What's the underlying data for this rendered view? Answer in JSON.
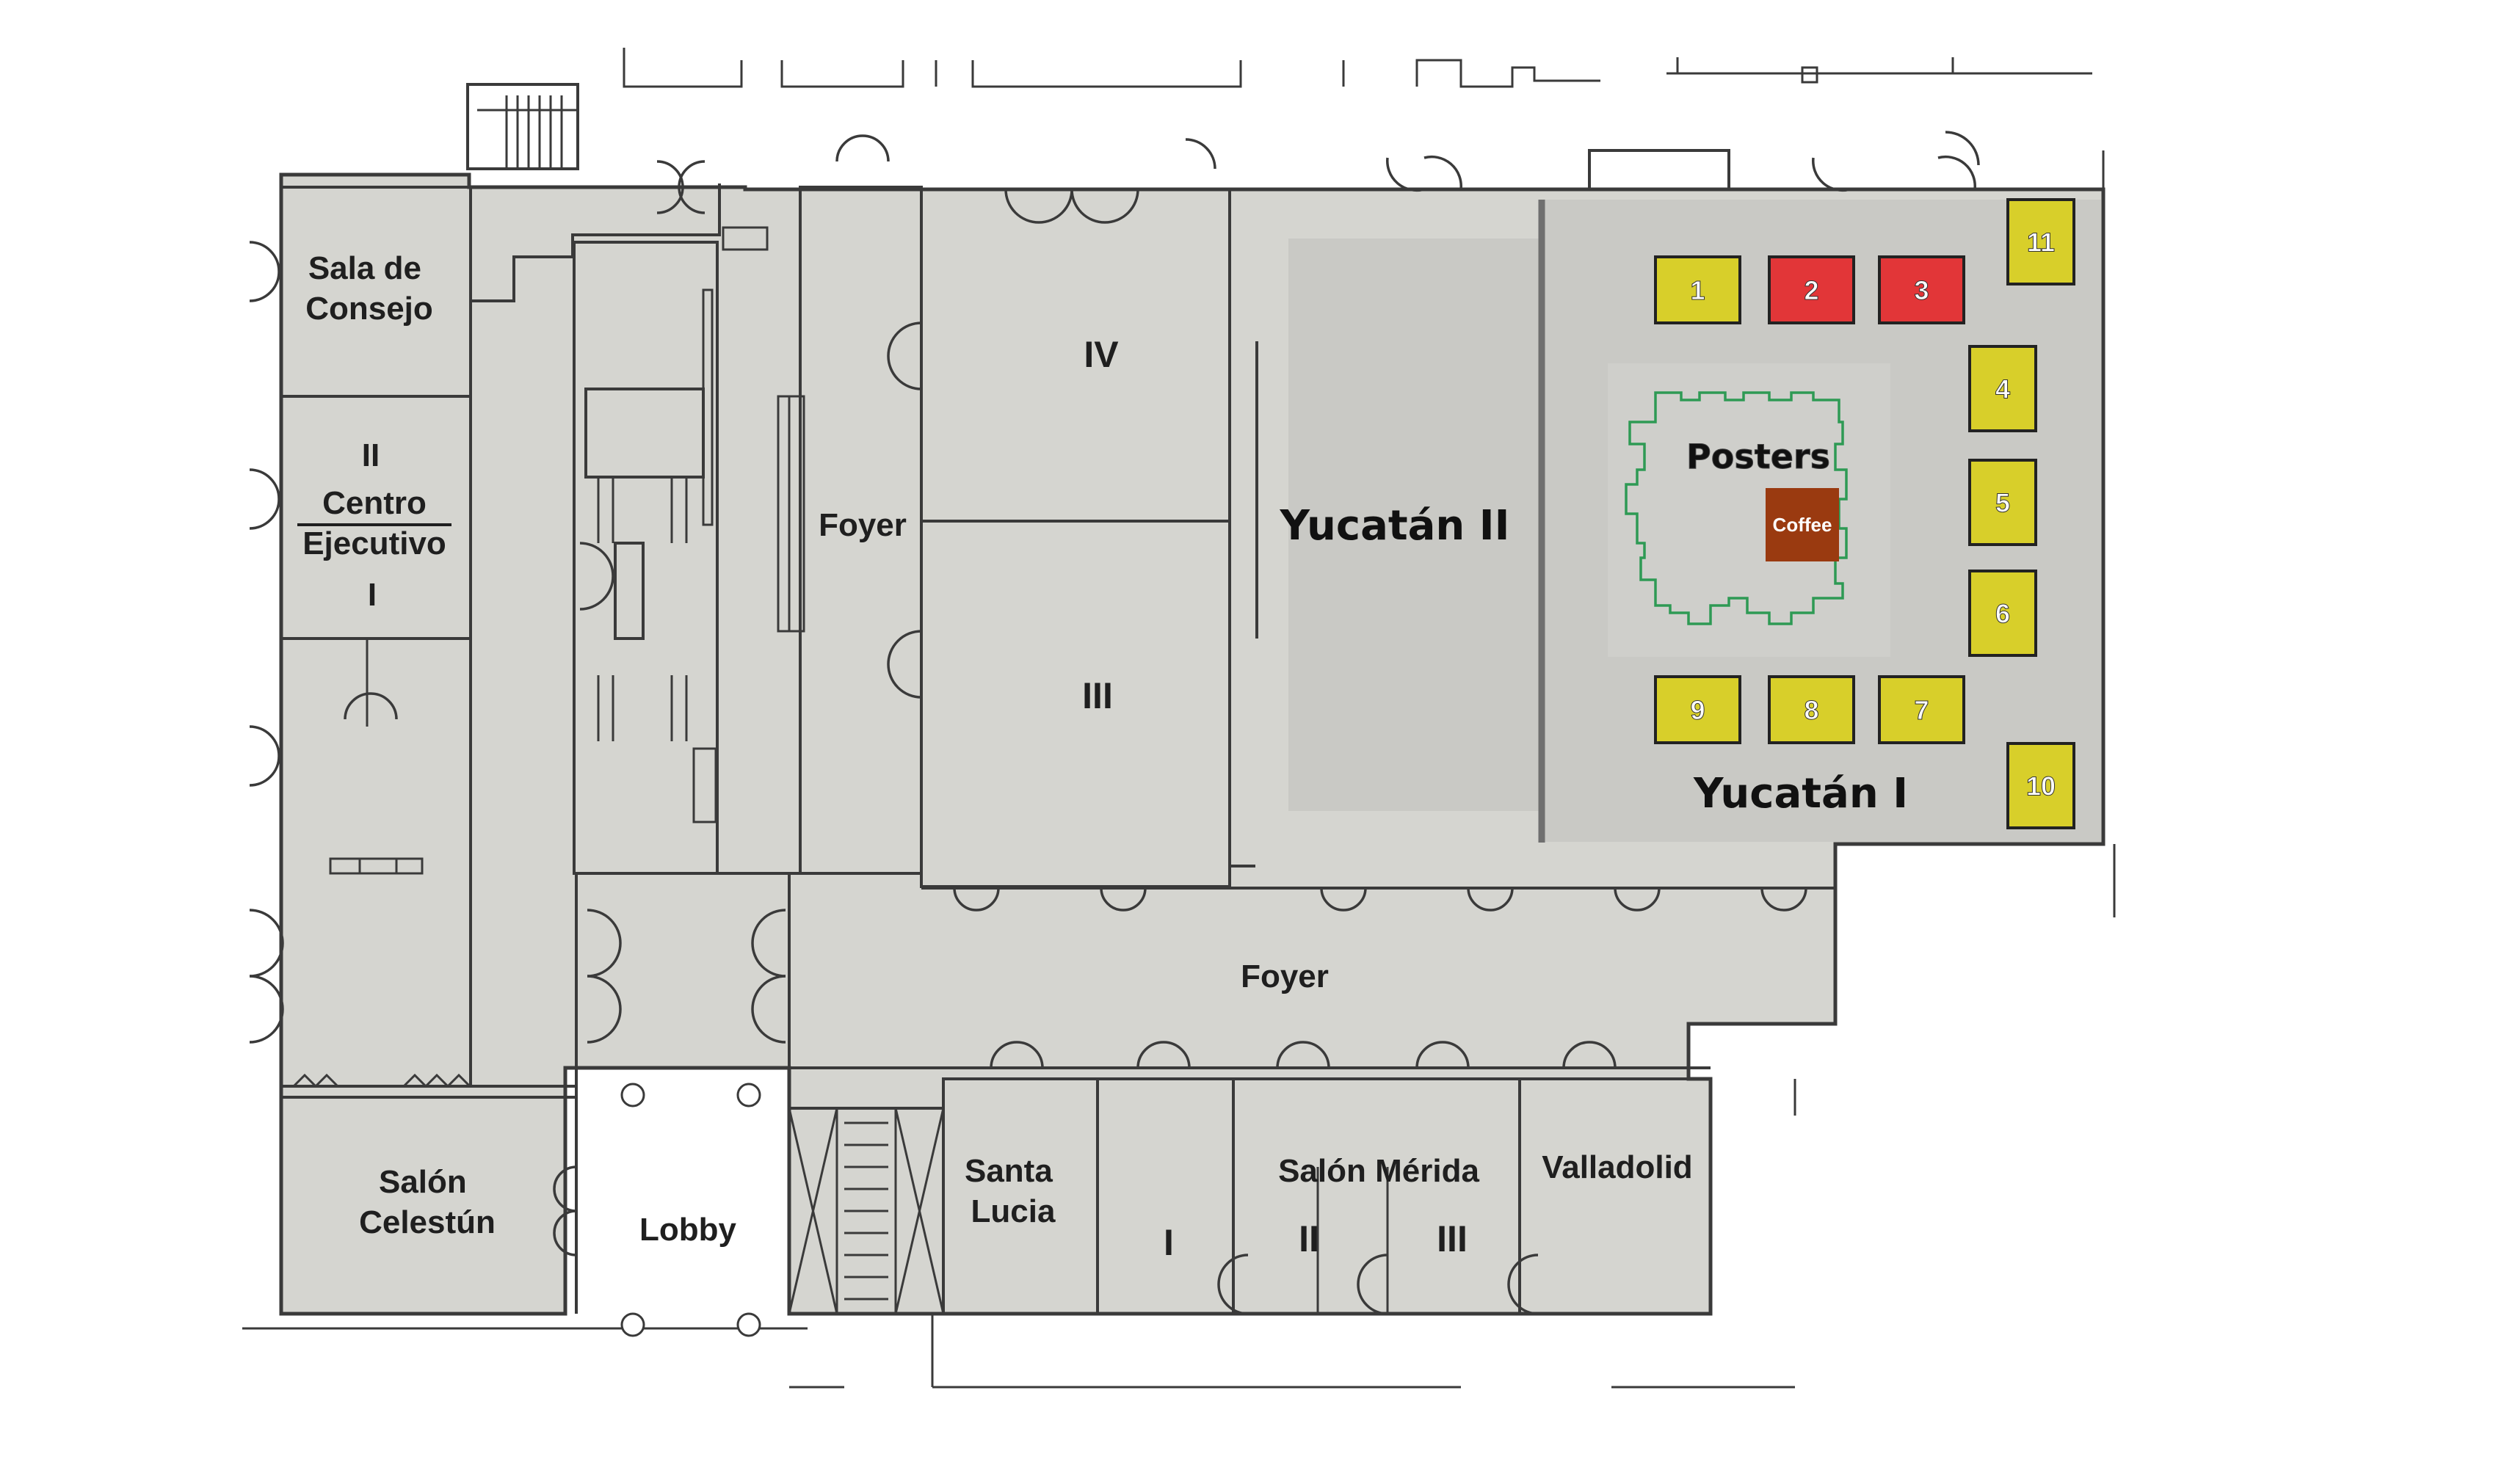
{
  "rooms": {
    "sala_consejo": "Sala de\nConsejo",
    "centro_ii": "II",
    "centro_label": "Centro\nEjecutivo",
    "centro_i": "I",
    "foyer_north": "Foyer",
    "room_iv": "IV",
    "room_iii": "III",
    "yucatan_ii": "Yucatán II",
    "yucatan_i": "Yucatán I",
    "foyer_south": "Foyer",
    "salon_celestun": "Salón\nCelestún",
    "lobby": "Lobby",
    "santa_lucia": "Santa\nLucia",
    "merida_i": "I",
    "salon_merida": "Salón Mérida",
    "merida_ii": "II",
    "merida_iii": "III",
    "valladolid": "Valladolid"
  },
  "posters_label": "Posters",
  "coffee_label": "Coffee",
  "colors": {
    "booth_yellow": "#d8cf2a",
    "booth_red": "#e23638",
    "coffee": "#9a3a10",
    "poster_outline": "#2e9a54",
    "hall_fill": "#c9c9c5",
    "floor_fill": "#d5d5d0"
  },
  "booths": [
    {
      "label": "1",
      "color": "yellow"
    },
    {
      "label": "2",
      "color": "red"
    },
    {
      "label": "3",
      "color": "red"
    },
    {
      "label": "4",
      "color": "yellow"
    },
    {
      "label": "5",
      "color": "yellow"
    },
    {
      "label": "6",
      "color": "yellow"
    },
    {
      "label": "7",
      "color": "yellow"
    },
    {
      "label": "8",
      "color": "yellow"
    },
    {
      "label": "9",
      "color": "yellow"
    },
    {
      "label": "10",
      "color": "yellow"
    },
    {
      "label": "11",
      "color": "yellow"
    }
  ]
}
